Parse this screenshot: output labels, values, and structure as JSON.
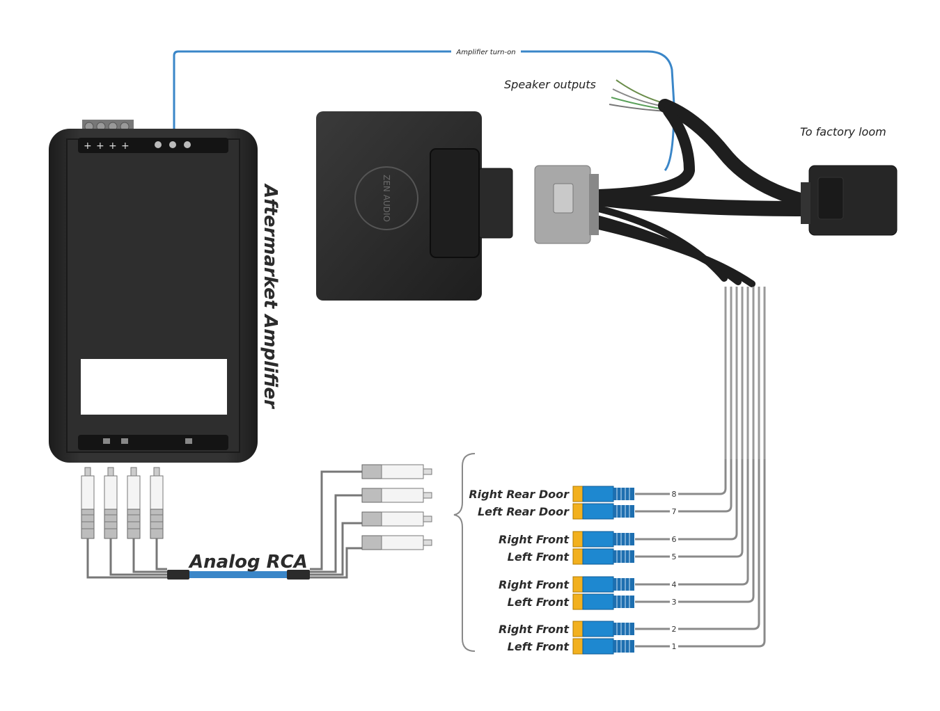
{
  "labels": {
    "amp_turn_on": "Amplifier turn-on",
    "speaker_outputs": "Speaker outputs",
    "factory_loom": "To factory loom",
    "aftermarket_amp": "Aftermarket Amplifier",
    "analog_rca": "Analog RCA",
    "brand_logo": "ZEN AUDIO"
  },
  "channels": [
    {
      "num": "8",
      "label": "Right Rear Door"
    },
    {
      "num": "7",
      "label": "Left Rear Door"
    },
    {
      "num": "6",
      "label": "Right Front"
    },
    {
      "num": "5",
      "label": "Left Front"
    },
    {
      "num": "4",
      "label": "Right Front"
    },
    {
      "num": "3",
      "label": "Left Front"
    },
    {
      "num": "2",
      "label": "Right Front"
    },
    {
      "num": "1",
      "label": "Left Front"
    }
  ],
  "colors": {
    "turn_on_wire": "#3a86c8",
    "rca_cable": "#3a86c8",
    "device_body": "#2a2a2a",
    "connector_grey": "#a8a8a8",
    "rca_yellow": "#f2b01e",
    "rca_blue": "#1e88d0"
  }
}
